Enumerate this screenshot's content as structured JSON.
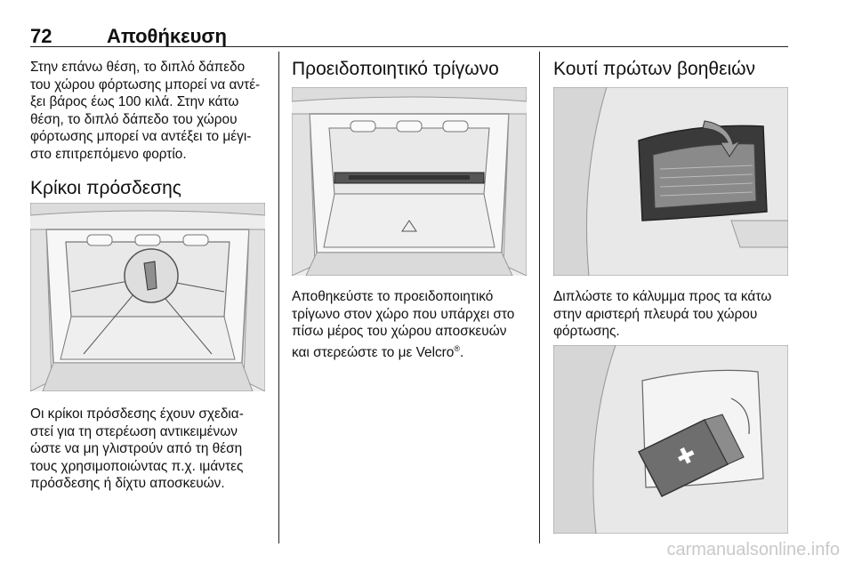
{
  "header": {
    "page_number": "72",
    "chapter_title": "Αποθήκευση"
  },
  "column1": {
    "intro_lines": [
      "Στην επάνω θέση, το διπλό δάπεδο",
      "του χώρου φόρτωσης μπορεί να αντέ-",
      "ξει βάρος έως 100 κιλά. Στην κάτω",
      "θέση, το διπλό δάπεδο του χώρου",
      "φόρτωσης μπορεί να αντέξει το μέγι-",
      "στο επιτρεπόμενο φορτίο."
    ],
    "heading": "Κρίκοι πρόσδεσης",
    "body_lines": [
      "Οι κρίκοι πρόσδεσης έχουν σχεδια-",
      "στεί για τη στερέωση αντικειμένων",
      "ώστε να μη γλιστρούν από τη θέση",
      "τους χρησιμοποιώντας π.χ. ιμάντες",
      "πρόσδεσης ή δίχτυ αποσκευών."
    ]
  },
  "column2": {
    "heading": "Προειδοποιητικό τρίγωνο",
    "body_lines": [
      "Αποθηκεύστε το προειδοποιητικό",
      "τρίγωνο στον χώρο που υπάρχει στο",
      "πίσω μέρος του χώρου αποσκευών"
    ],
    "last_line": "και στερεώστε το με Velcro",
    "last_line_sup": "®",
    "last_line_end": "."
  },
  "column3": {
    "heading": "Κουτί πρώτων βοηθειών",
    "body_lines": [
      "Διπλώστε το κάλυμμα προς τα κάτω",
      "στην αριστερή πλευρά του χώρου",
      "φόρτωσης."
    ]
  },
  "watermark": "carmanualsonline.info",
  "colors": {
    "text": "#111111",
    "illustration_bg": "#ededed",
    "rule": "#222222"
  }
}
